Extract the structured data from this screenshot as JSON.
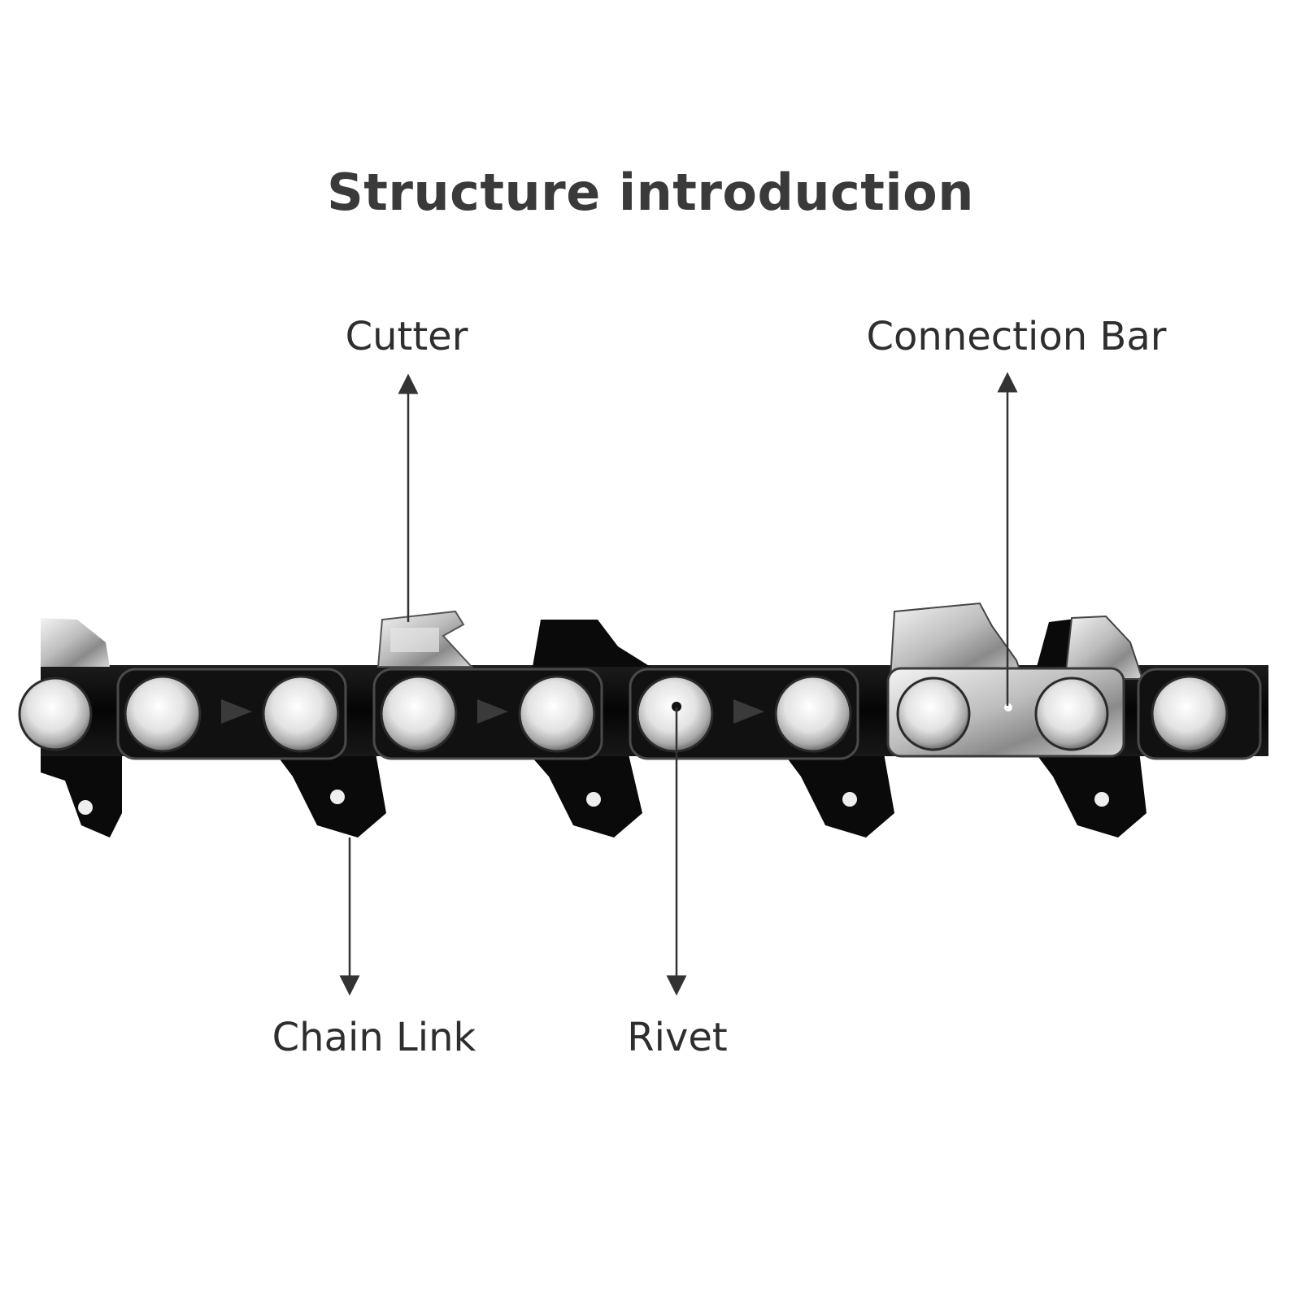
{
  "title": "Structure introduction",
  "labels": {
    "cutter": "Cutter",
    "connection_bar": "Connection Bar",
    "chain_link": "Chain Link",
    "rivet": "Rivet"
  },
  "colors": {
    "background": "#ffffff",
    "chain_body": "#0d0d0d",
    "chrome": "#d9d9d9",
    "text": "#2e2e2e",
    "arrow": "#333333"
  }
}
